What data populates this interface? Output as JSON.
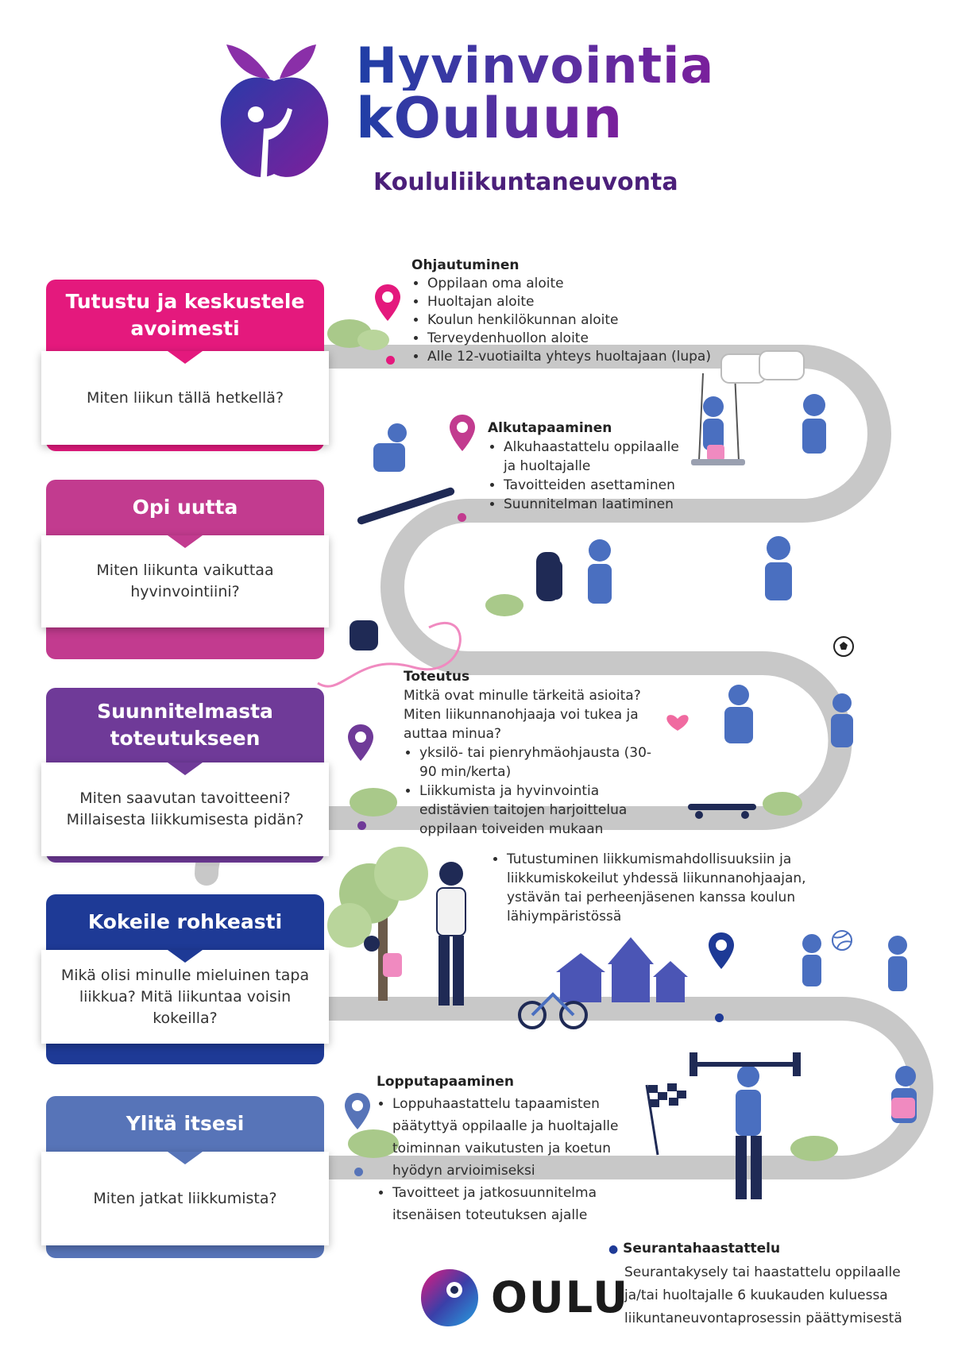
{
  "header": {
    "brand_line1": "Hyvinvointia",
    "brand_line2": "kOuluun",
    "subtitle": "Koululiikuntaneuvonta"
  },
  "colors": {
    "step1": "#e4197d",
    "step2": "#c23b8f",
    "step3": "#6f3a98",
    "step4": "#1e3a96",
    "step5": "#5774b8",
    "road": "#c8c8c8"
  },
  "steps": [
    {
      "title": "Tutustu ja keskustele avoimesti",
      "question": "Miten liikun tällä hetkellä?"
    },
    {
      "title": "Opi uutta",
      "question": "Miten liikunta vaikuttaa hyvinvointiini?"
    },
    {
      "title": "Suunnitelmasta toteutukseen",
      "question": "Miten saavutan tavoitteeni? Millaisesta liikkumisesta pidän?"
    },
    {
      "title": "Kokeile rohkeasti",
      "question": "Mikä olisi minulle mieluinen tapa liikkua? Mitä liikuntaa voisin kokeilla?"
    },
    {
      "title": "Ylitä itsesi",
      "question": "Miten jatkat liikkumista?"
    }
  ],
  "ohjautuminen": {
    "title": "Ohjautuminen",
    "items": [
      "Oppilaan oma aloite",
      "Huoltajan aloite",
      "Koulun henkilökunnan aloite",
      "Terveydenhuollon aloite",
      "Alle 12-vuotiailta yhteys huoltajaan (lupa)"
    ]
  },
  "alkutapaaminen": {
    "title": "Alkutapaaminen",
    "items": [
      "Alkuhaastattelu oppilaalle ja huoltajalle",
      "Tavoitteiden asettaminen",
      "Suunnitelman laatiminen"
    ]
  },
  "toteutus": {
    "title": "Toteutus",
    "intro": "Mitkä ovat minulle tärkeitä asioita? Miten liikunnanohjaaja voi tukea ja auttaa minua?",
    "items": [
      "yksilö- tai pienryhmäohjausta (30-90 min/kerta)",
      "Liikkumista ja hyvinvointia edistävien taitojen harjoittelua oppilaan toiveiden mukaan"
    ]
  },
  "tutustuminen": {
    "items": [
      "Tutustuminen liikkumismahdollisuuksiin ja liikkumiskokeilut yhdessä liikunnanohjaajan, ystävän tai perheenjäsenen kanssa koulun lähiympäristössä"
    ]
  },
  "lopputapaaminen": {
    "title": "Lopputapaaminen",
    "items": [
      "Loppuhaastattelu tapaamisten päätyttyä oppilaalle ja huoltajalle toiminnan vaikutusten ja koetun hyödyn arvioimiseksi",
      "Tavoitteet ja jatkosuunnitelma itsenäisen toteutuksen ajalle"
    ]
  },
  "seuranta": {
    "title": "Seurantahaastattelu",
    "text": "Seurantakysely tai haastattelu oppilaalle ja/tai huoltajalle 6 kuukauden kuluessa liikuntaneuvontaprosessin päättymisestä"
  },
  "footer": {
    "city": "OULU"
  },
  "icons": [
    "apple-logo-icon",
    "location-pin-icon",
    "speech-bubble-icon",
    "oulu-logo-icon",
    "finish-flag-icon",
    "soccer-ball-icon",
    "volleyball-icon",
    "house-icon",
    "bicycle-icon"
  ]
}
